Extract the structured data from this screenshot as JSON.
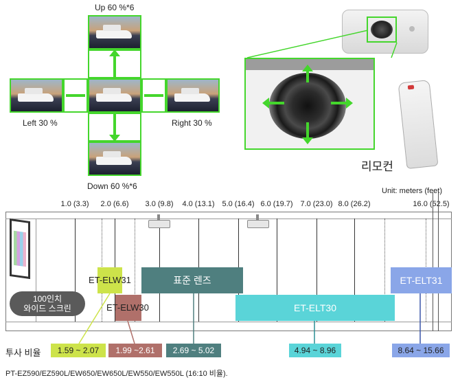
{
  "shift": {
    "up_label": "Up 60 %*6",
    "down_label": "Down 60 %*6",
    "left_label": "Left 30 %",
    "right_label": "Right 30 %"
  },
  "remote_label": "리모컨",
  "unit_label": "Unit: meters (feet)",
  "ruler_ticks": [
    "1.0 (3.3)",
    "2.0 (6.6)",
    "3.0 (9.8)",
    "4.0 (13.1)",
    "5.0 (16.4)",
    "6.0 (19.7)",
    "7.0 (23.0)",
    "8.0 (26.2)",
    "16.0 (52.5)"
  ],
  "screen_label": "100인치\n와이드 스크린",
  "lenses": {
    "elw31": "ET-ELW31",
    "elw30": "ET-ELW30",
    "standard": "표준 렌즈",
    "elt30": "ET-ELT30",
    "elt31": "ET-ELT31"
  },
  "throw_ratio_label": "투사 비율",
  "ratios": {
    "elw31": "1.59 ~ 2.07",
    "elw30": "1.99 ~2.61",
    "standard": "2.69 ~ 5.02",
    "elt30": "4.94 ~ 8.96",
    "elt31": "8.64 ~ 15.66"
  },
  "colors": {
    "elw31": "#cde34a",
    "elw30": "#b0706a",
    "standard": "#4f7f7f",
    "elt30": "#5ad4d8",
    "elt31": "#8aa6e8",
    "green": "#44d62c"
  },
  "footnote": "PT-EZ590/EZ590L/EW650/EW650L/EW550/EW550L (16:10 비율)."
}
